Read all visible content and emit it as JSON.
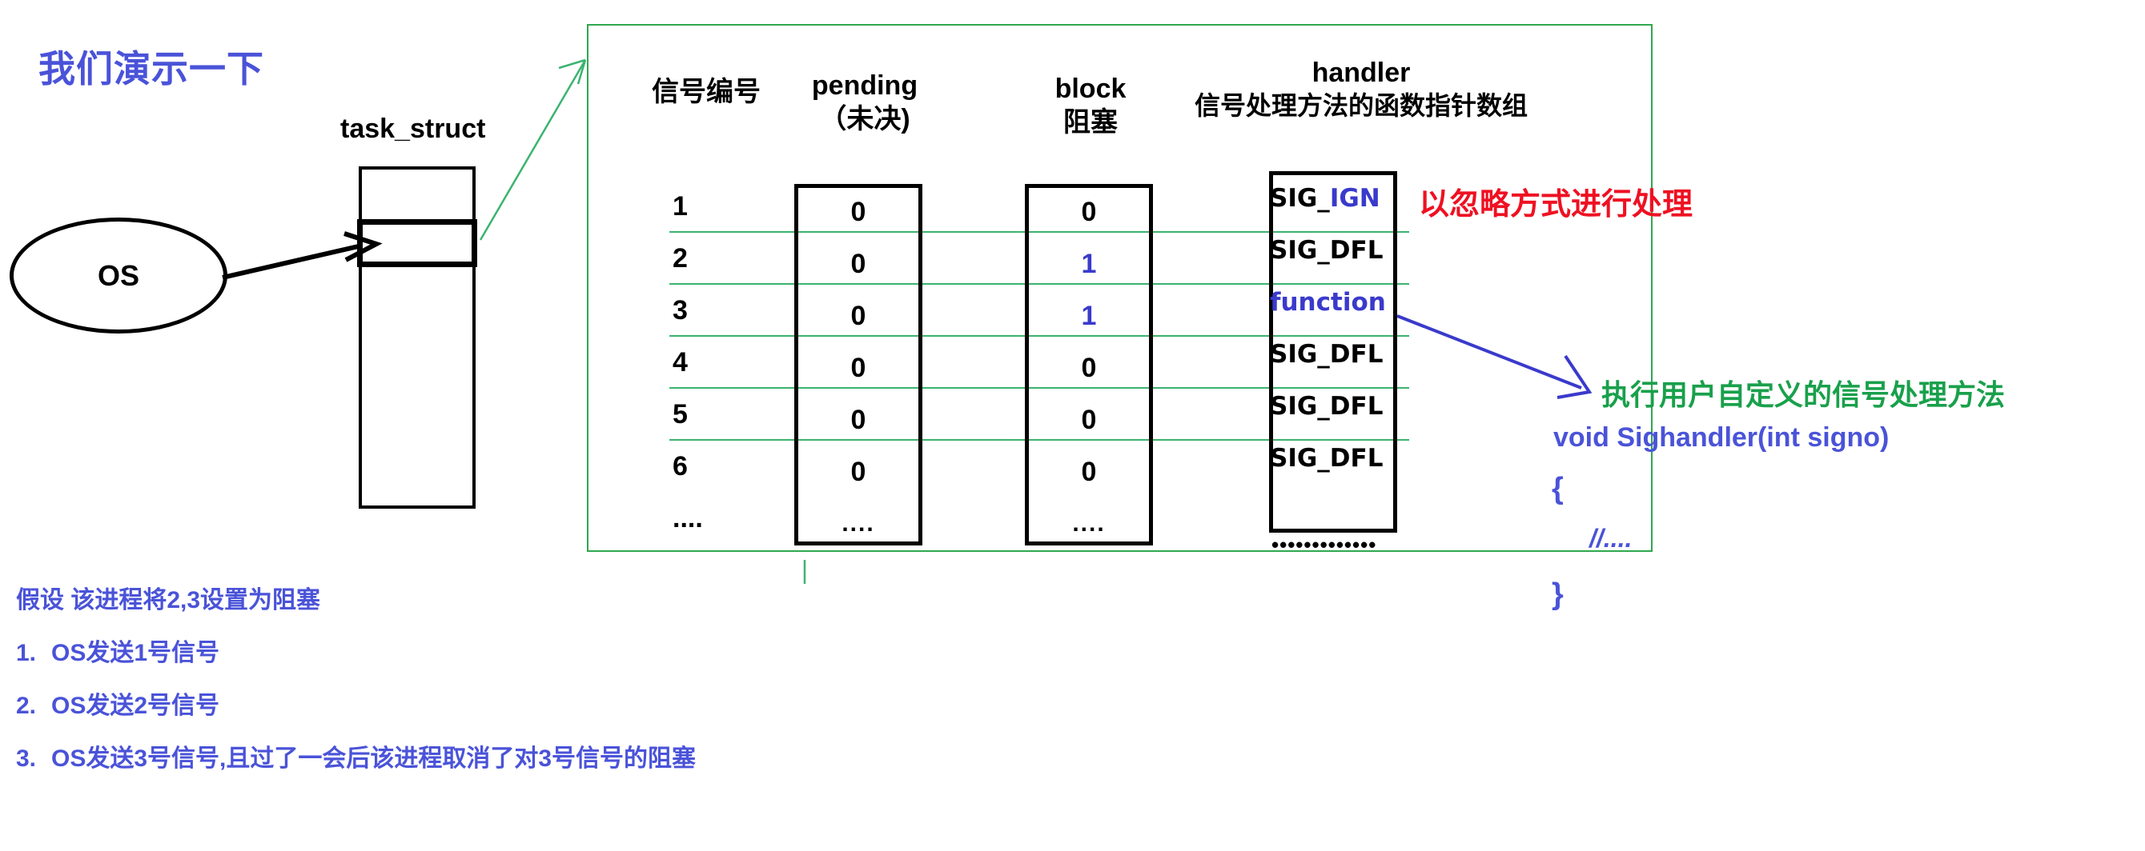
{
  "headline": "我们演示一下",
  "os_node": {
    "label": "OS"
  },
  "task_struct": {
    "label": "task_struct"
  },
  "table": {
    "headers": {
      "signo": {
        "line1": "信号编号",
        "line2": ""
      },
      "pending": {
        "line1": "pending",
        "line2": "（未决)"
      },
      "block": {
        "line1": "block",
        "line2": "阻塞"
      },
      "handler": {
        "line1": "handler",
        "line2": "信号处理方法的函数指针数组"
      }
    },
    "signos": [
      "1",
      "2",
      "3",
      "4",
      "5",
      "6",
      "...."
    ],
    "pending": [
      "0",
      "0",
      "0",
      "0",
      "0",
      "0",
      "...."
    ],
    "block": [
      "0",
      "1",
      "1",
      "0",
      "0",
      "0",
      "...."
    ],
    "block_highlight": [
      false,
      true,
      true,
      false,
      false,
      false,
      false
    ],
    "handler": [
      {
        "prefix": "SIG_",
        "suffix": "IGN",
        "blue": false,
        "suffix_blue": true
      },
      {
        "prefix": "SIG_DFL",
        "suffix": "",
        "blue": false,
        "suffix_blue": false
      },
      {
        "prefix": "function",
        "suffix": "",
        "blue": true,
        "suffix_blue": false
      },
      {
        "prefix": "SIG_DFL",
        "suffix": "",
        "blue": false,
        "suffix_blue": false
      },
      {
        "prefix": "SIG_DFL",
        "suffix": "",
        "blue": false,
        "suffix_blue": false
      },
      {
        "prefix": "SIG_DFL",
        "suffix": "",
        "blue": false,
        "suffix_blue": false
      }
    ],
    "handler_dots": "•••••••••••••"
  },
  "annotations": {
    "ignore_note": "以忽略方式进行处理",
    "custom_note": "执行用户自定义的信号处理方法"
  },
  "code": {
    "signature": "void Sighandler(int signo)",
    "open_brace": "{",
    "comment": "//....",
    "close_brace": "}"
  },
  "notes": {
    "assumption": "假设 该进程将2,3设置为阻塞",
    "items": [
      {
        "num": "1.",
        "text": "OS发送1号信号"
      },
      {
        "num": "2.",
        "text": "OS发送2号信号"
      },
      {
        "num": "3.",
        "text": "OS发送3号信号,且过了一会后该进程取消了对3号信号的阻塞"
      }
    ]
  },
  "colors": {
    "headline_blue": "#4A53D8",
    "accent_blue": "#3A3ACC",
    "red": "#EE1122",
    "green": "#19A04B",
    "rect_green": "#2FA84F",
    "black": "#000000"
  }
}
